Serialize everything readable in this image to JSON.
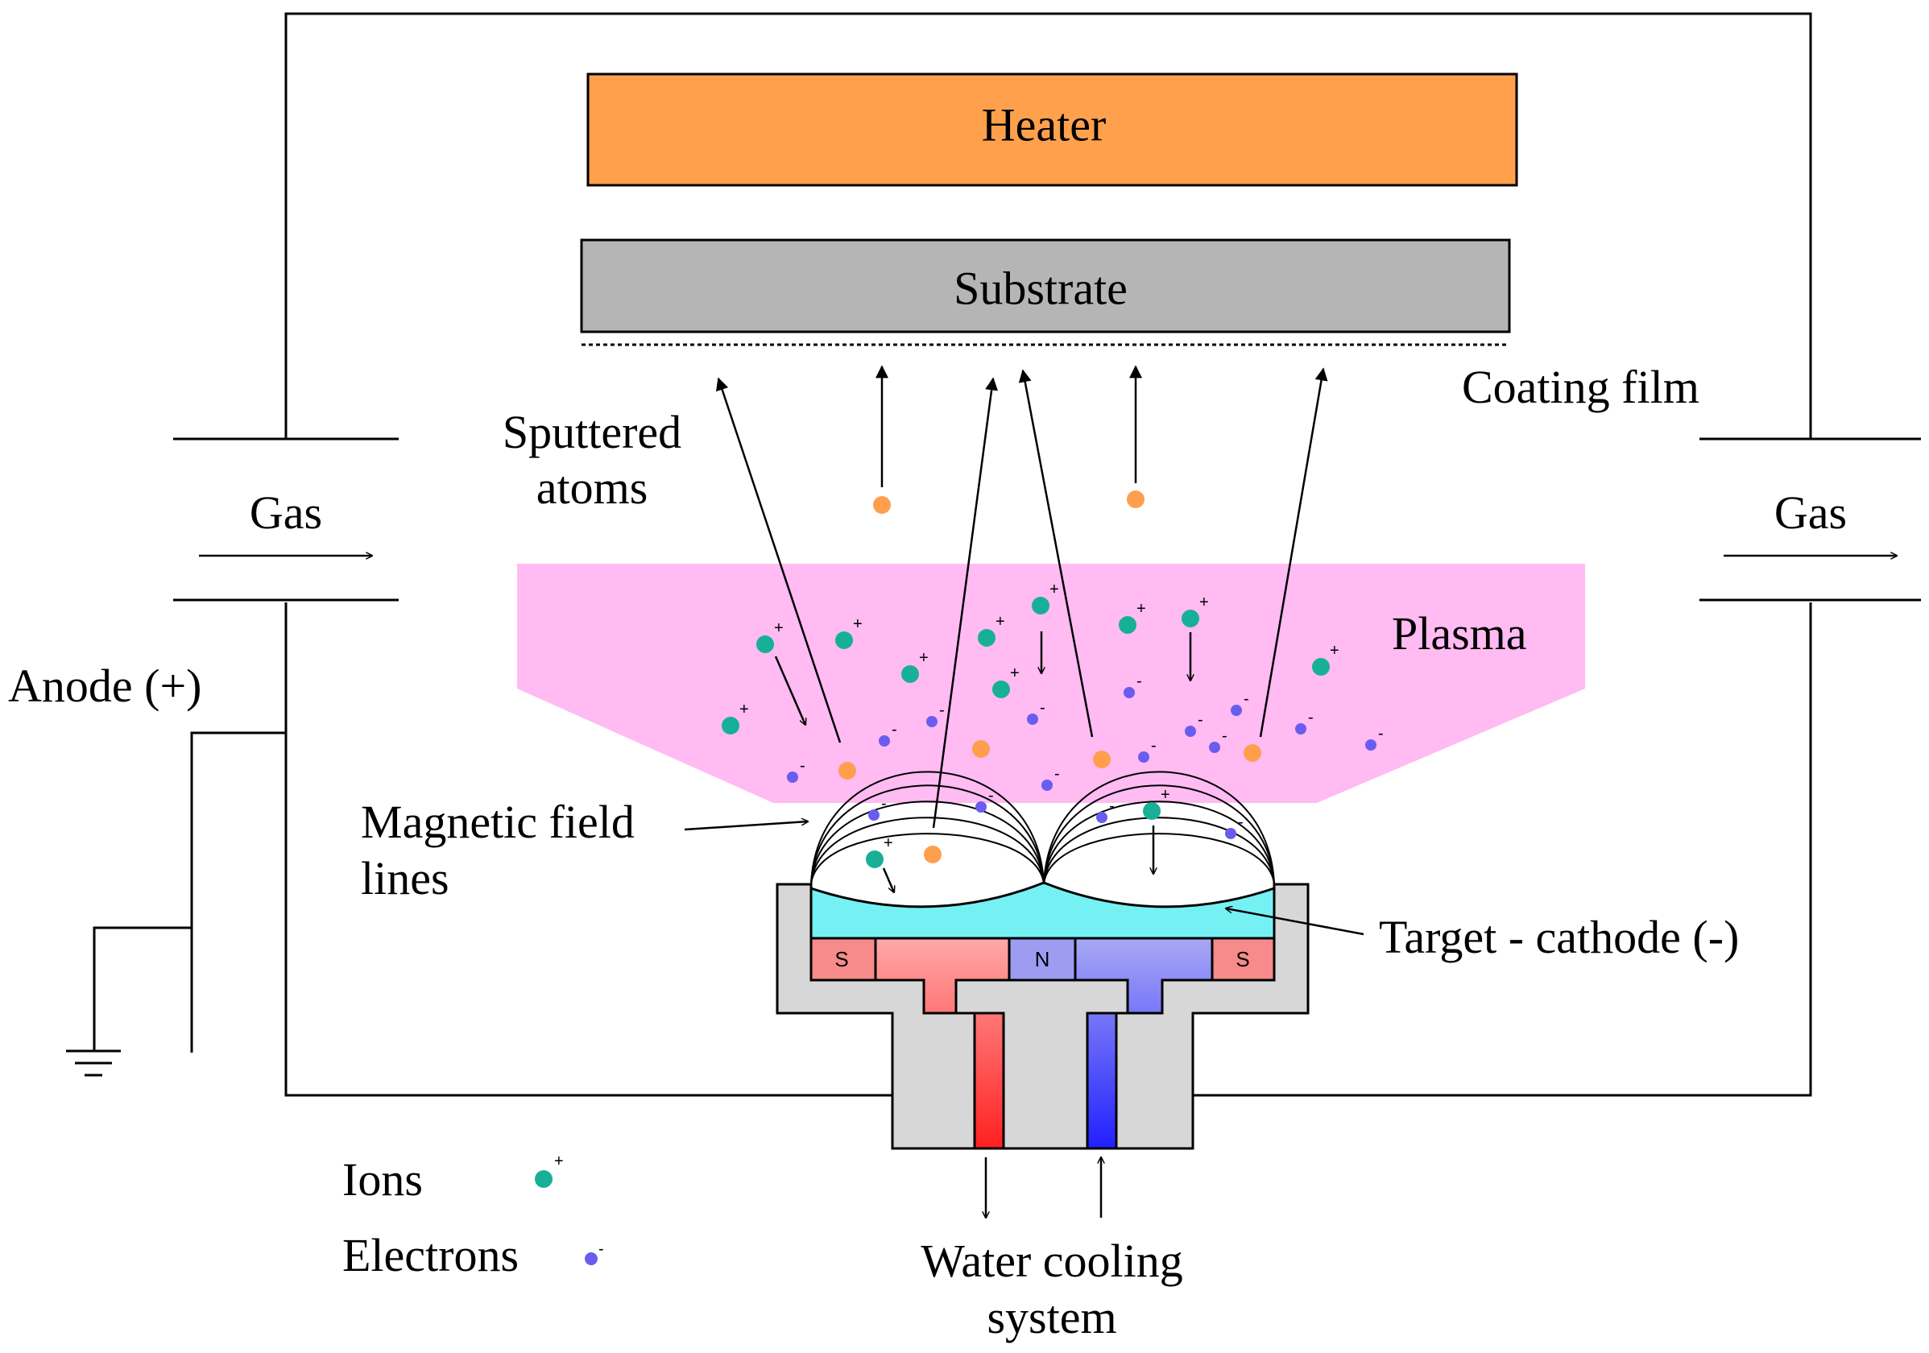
{
  "labels": {
    "heater": "Heater",
    "substrate": "Substrate",
    "coating_film": "Coating film",
    "sputtered_line1": "Sputtered",
    "sputtered_line2": "atoms",
    "gas_in": "Gas",
    "gas_out": "Gas",
    "plasma": "Plasma",
    "anode": "Anode (+)",
    "magnetic_line1": "Magnetic field",
    "magnetic_line2": "lines",
    "target": "Target - cathode (-)",
    "water_line1": "Water cooling",
    "water_line2": "system",
    "magnet_s_left": "S",
    "magnet_n": "N",
    "magnet_s_right": "S"
  },
  "legend": {
    "ions": "Ions",
    "electrons": "Electrons",
    "ion_sign": "+",
    "electron_sign": "-"
  },
  "colors": {
    "heater": "#ffa04d",
    "substrate": "#b5b5b5",
    "plasma": "#ffbbf2",
    "target": "#75f1f4",
    "housing": "#d7d7d7",
    "magnet_s": "#f78a8a",
    "magnet_n": "#9c9cf0",
    "ion": "#17b096",
    "electron": "#6a5cef",
    "sputtered_atom": "#ff9f4d",
    "hot_water": "#ff2626",
    "cold_water": "#2626ff"
  }
}
